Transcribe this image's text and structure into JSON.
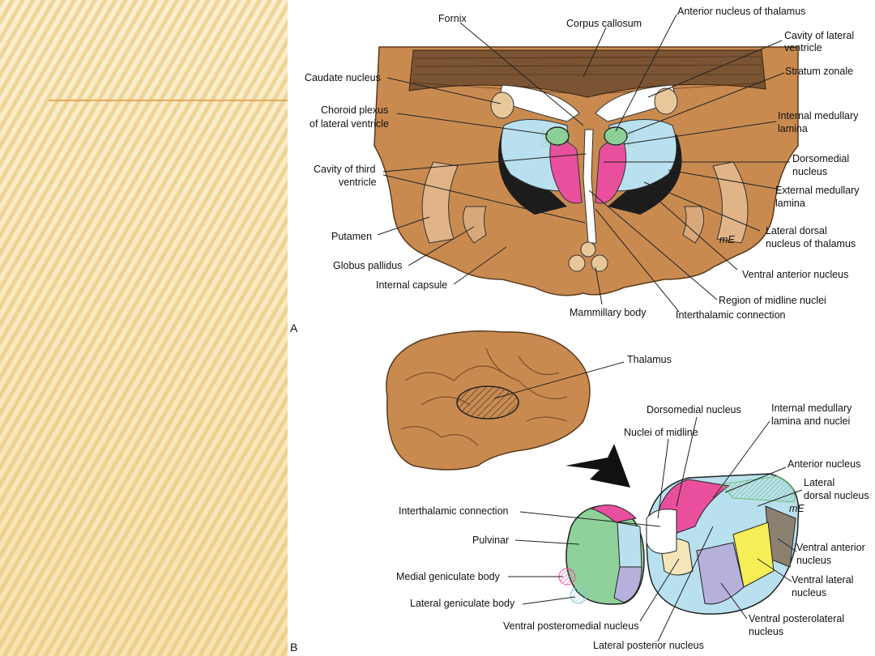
{
  "slide": {
    "accent_color": "#e8a85a",
    "stripe_color": "#e6be6e"
  },
  "panel_a": {
    "letter": "A",
    "labels": {
      "fornix": "Fornix",
      "corpus_callosum": "Corpus callosum",
      "anterior_nucleus_thalamus": "Anterior nucleus of thalamus",
      "cavity_lateral_ventricle_1": "Cavity of lateral",
      "cavity_lateral_ventricle_2": "ventricle",
      "stratum_zonale": "Stratum zonale",
      "caudate_nucleus": "Caudate nucleus",
      "choroid_plexus_1": "Choroid plexus",
      "choroid_plexus_2": "of lateral ventricle",
      "internal_medullary_lamina_1": "Internal medullary",
      "internal_medullary_lamina_2": "lamina",
      "cavity_third_ventricle_1": "Cavity of third",
      "cavity_third_ventricle_2": "ventricle",
      "dorsomedial_nucleus_1": "Dorsomedial",
      "dorsomedial_nucleus_2": "nucleus",
      "external_medullary_lamina_1": "External medullary",
      "external_medullary_lamina_2": "lamina",
      "putamen": "Putamen",
      "lateral_dorsal_nucleus_1": "Lateral dorsal",
      "lateral_dorsal_nucleus_2": "nucleus of thalamus",
      "globus_pallidus": "Globus pallidus",
      "ventral_anterior_nucleus": "Ventral anterior nucleus",
      "internal_capsule": "Internal capsule",
      "region_midline_nuclei": "Region of midline nuclei",
      "mammillary_body": "Mammillary body",
      "interthalamic_connection": "Interthalamic connection",
      "signature": "mE"
    }
  },
  "panel_b": {
    "letter": "B",
    "labels": {
      "thalamus": "Thalamus",
      "dorsomedial_nucleus": "Dorsomedial nucleus",
      "internal_medullary_1": "Internal medullary",
      "internal_medullary_2": "lamina and nuclei",
      "nuclei_midline": "Nuclei of midline",
      "anterior_nucleus": "Anterior nucleus",
      "lateral_dorsal_1": "Lateral",
      "lateral_dorsal_2": "dorsal nucleus",
      "interthalamic_connection": "Interthalamic connection",
      "pulvinar": "Pulvinar",
      "ventral_anterior_1": "Ventral anterior",
      "ventral_anterior_2": "nucleus",
      "medial_geniculate": "Medial geniculate body",
      "ventral_lateral_1": "Ventral lateral",
      "ventral_lateral_2": "nucleus",
      "lateral_geniculate": "Lateral geniculate body",
      "ventral_posterolateral_1": "Ventral posterolateral",
      "ventral_posterolateral_2": "nucleus",
      "ventral_posteromedial": "Ventral posteromedial nucleus",
      "lateral_posterior": "Lateral posterior nucleus",
      "signature": "mE"
    },
    "colors": {
      "brain": "#c98a50",
      "pink": "#e84f9c",
      "light_blue": "#b9e0ee",
      "green": "#8fd19a",
      "yellow": "#f6ee57",
      "lavender": "#b6b0dc",
      "cream": "#f4e6b8",
      "gray": "#8c8170"
    }
  }
}
